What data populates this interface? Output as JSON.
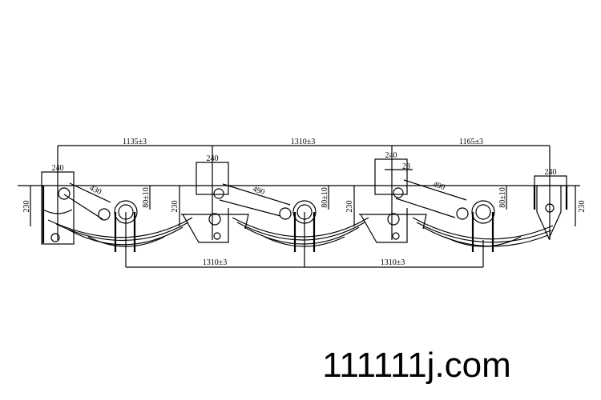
{
  "drawing": {
    "top_dimensions": [
      "1135±3",
      "1310±3",
      "1165±3"
    ],
    "bottom_dimensions": [
      "1310±3",
      "1310±3"
    ],
    "hanger_widths": [
      "240",
      "240",
      "240",
      "240"
    ],
    "hanger_heights": [
      "230",
      "230",
      "230",
      "230"
    ],
    "axle_offsets": [
      "80±10",
      "80±10",
      "80±10"
    ],
    "arm_lengths": [
      "430",
      "490",
      "490"
    ],
    "offset_label": "28"
  },
  "watermark": "111111j.com"
}
